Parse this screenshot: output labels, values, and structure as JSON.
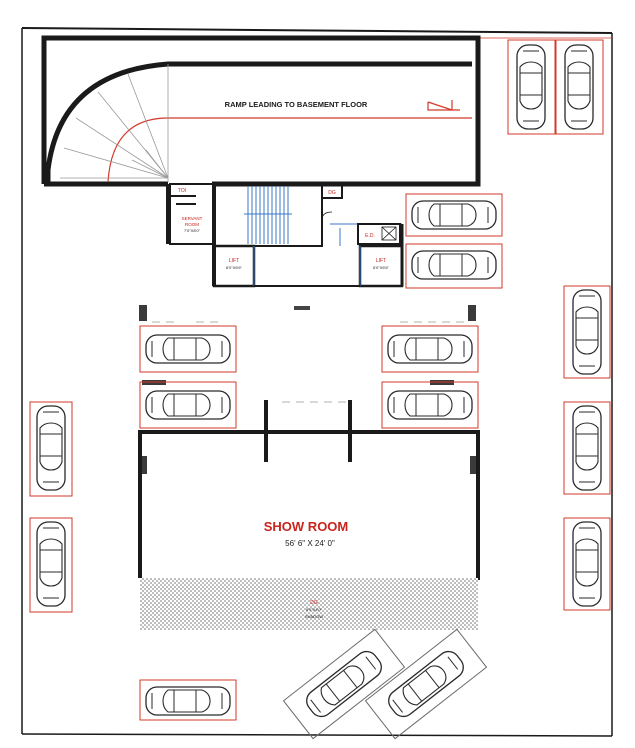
{
  "labels": {
    "ramp": "RAMP LEADING TO BASEMENT FLOOR",
    "toilet": "TOI",
    "servant_room": "SERVANT",
    "servant_room_2": "ROOM",
    "servant_dims": "7'0\"X8'0\"",
    "ed": "E.D.",
    "lift_left": "LIFT",
    "lift_left_dims": "6'0\"X6'6\"",
    "lift_right": "LIFT",
    "lift_right_dims": "6'0\"X6'6\"",
    "showroom": "SHOW ROOM",
    "showroom_dims": "56' 6\" X 24' 0\"",
    "dg_set": "DG",
    "dg_dims": "8'0\"X4'0\"",
    "dg_note": "SHADOW"
  },
  "colors": {
    "wall": "#1a1a1a",
    "red_line": "#d23a2a",
    "blue_line": "#3a78c8",
    "hatch": "#777777",
    "showroom_text": "#c8231d"
  }
}
